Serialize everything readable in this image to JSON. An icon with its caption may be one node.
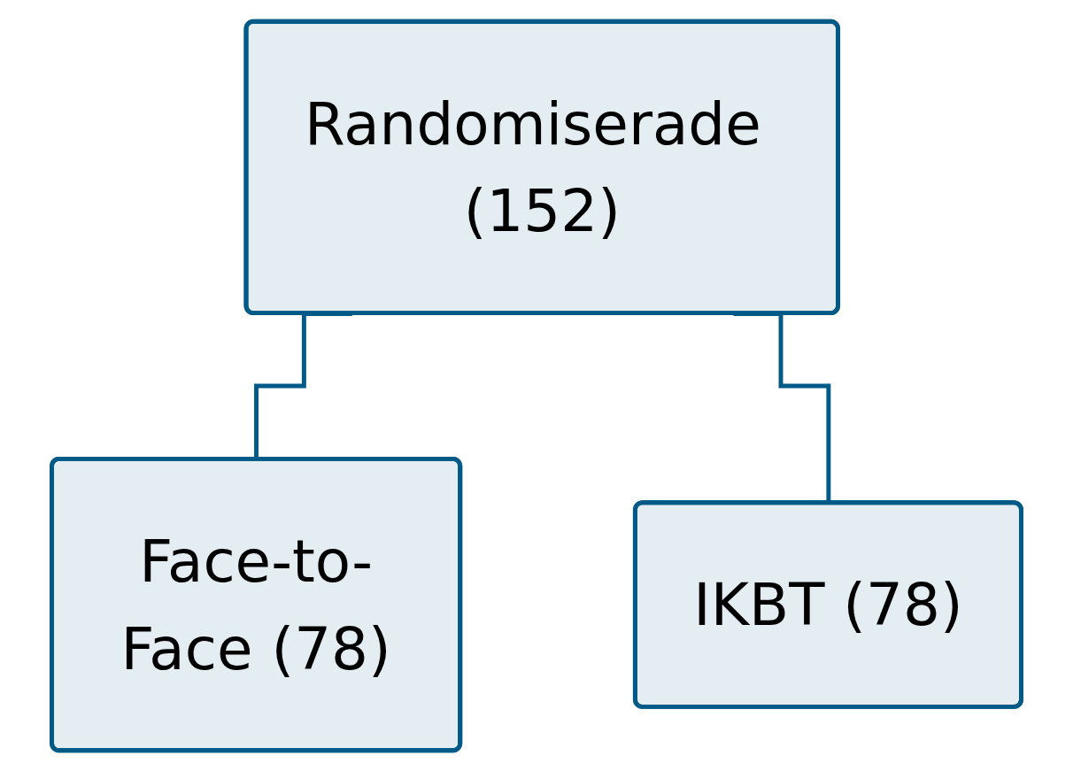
{
  "diagram": {
    "nodes": [
      {
        "text": [
          "Randomiserade (152)"
        ]
      },
      {
        "text": [
          "Face-to-Face (78)"
        ]
      },
      {
        "text": [
          "IKBT (78)"
        ]
      }
    ],
    "edges": [
      {
        "from": 0,
        "to": 1,
        "arrow": "none"
      },
      {
        "from": 0,
        "to": 2,
        "arrow": "none"
      }
    ]
  }
}
